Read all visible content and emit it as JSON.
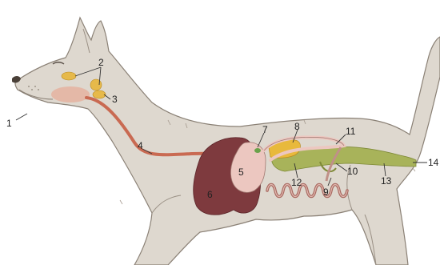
{
  "labels": {
    "n1": "1",
    "n2": "2",
    "n3": "3",
    "n4": "4",
    "n5": "5",
    "n6": "6",
    "n7": "7",
    "n8": "8",
    "n9": "9",
    "n10": "10",
    "n11": "11",
    "n12": "12",
    "n13": "13",
    "n14": "14"
  },
  "colors": {
    "dog_fill": "#ded8cf",
    "dog_outline": "#8a8075",
    "esophagus": "#c96a52",
    "liver": "#7e3a3e",
    "stomach": "#ecc7c0",
    "pancreas": "#e8b93c",
    "small_intestine": "#a8685f",
    "colon": "#a8b35a",
    "salivary": "#e6b94a"
  }
}
